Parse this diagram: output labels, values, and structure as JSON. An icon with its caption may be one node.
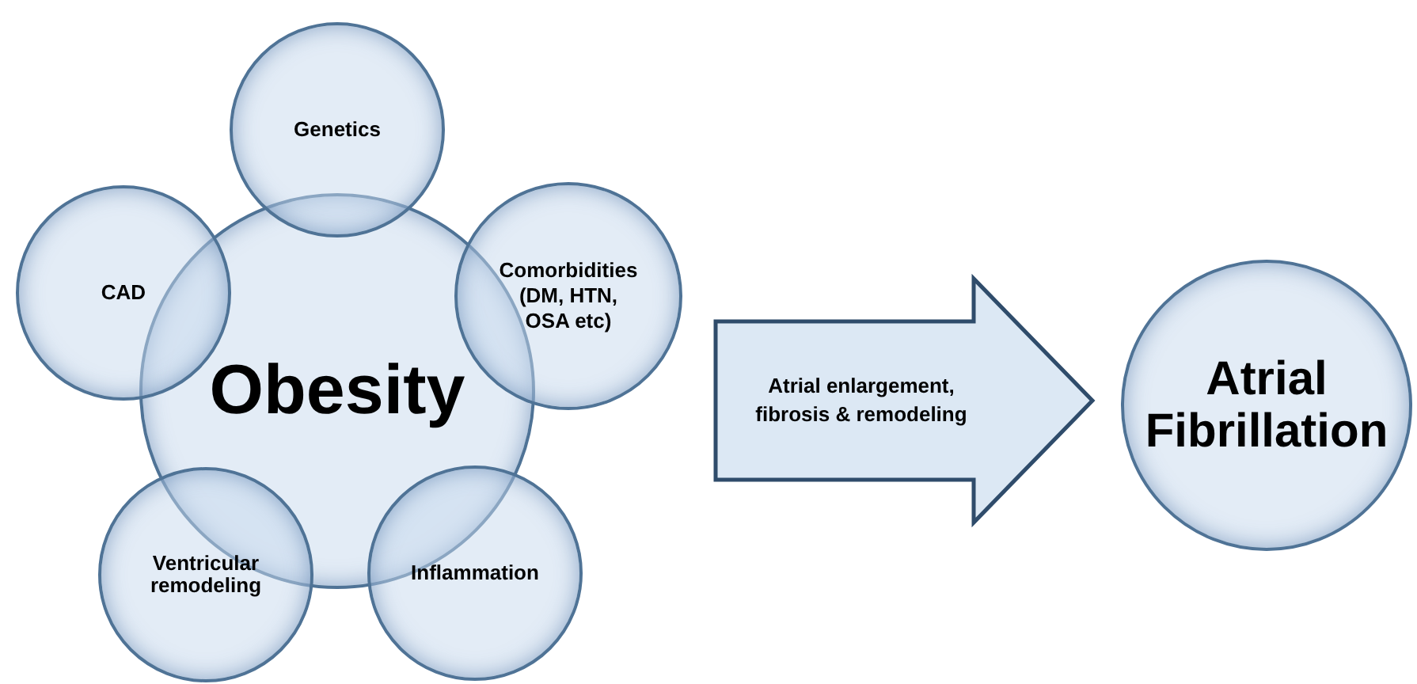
{
  "diagram": {
    "nodes": [
      {
        "text": [
          "Obesity"
        ]
      },
      {
        "text": [
          "Genetics"
        ]
      },
      {
        "text": [
          "CAD"
        ]
      },
      {
        "text": [
          "Comorbidities (DM, HTN, OSA etc)"
        ]
      },
      {
        "text": [
          "Ventricular remodeling"
        ]
      },
      {
        "text": [
          "Inflammation"
        ]
      },
      {
        "text": [
          "Atrial Fibrillation"
        ]
      }
    ],
    "edges": [
      {
        "from": 0,
        "to": 6,
        "arrow": "to",
        "label": "Atrial enlargement, fibrosis & remodeling",
        "style": "thick"
      }
    ]
  }
}
